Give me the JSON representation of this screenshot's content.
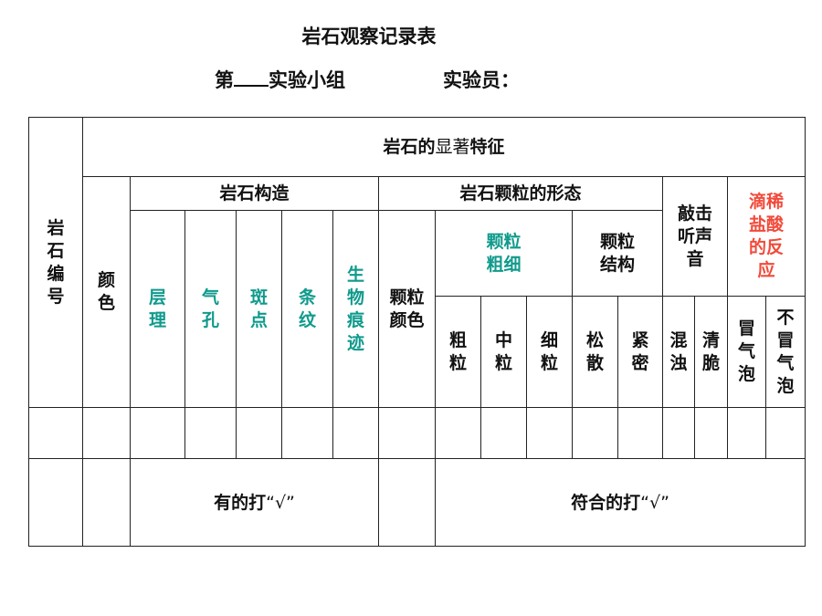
{
  "title": "岩石观察记录表",
  "subtitle": {
    "prefix": "第",
    "group_suffix": "实验小组",
    "observer": "实验员："
  },
  "table": {
    "rock_number": "岩石编号",
    "main_header": {
      "a": "岩石的",
      "b": "显著",
      "c": "特征"
    },
    "color": "颜色",
    "structure_header": "岩石构造",
    "structures": [
      "层理",
      "气孔",
      "斑点",
      "条纹",
      "生物痕迹"
    ],
    "particle_header": "岩石颗粒的形态",
    "particle_color": "颗粒颜色",
    "coarseness_header": "颗粒粗细",
    "coarseness": [
      "粗粒",
      "中粒",
      "细粒"
    ],
    "texture_header": "颗粒结构",
    "textures": [
      "松散",
      "紧密"
    ],
    "knock_header": "敲击听声音",
    "knock": [
      "混浊",
      "清脆"
    ],
    "acid_header": "滴稀盐酸的反应",
    "acid": [
      "冒气泡",
      "不冒气泡"
    ],
    "note_left": {
      "text": "有的打",
      "mark": "“√”"
    },
    "note_right": {
      "text": "符合的打",
      "mark": "“√”"
    }
  },
  "colors": {
    "teal_text": "#0f9a8c",
    "red_text": "#f24a3a",
    "border": "#222222"
  }
}
